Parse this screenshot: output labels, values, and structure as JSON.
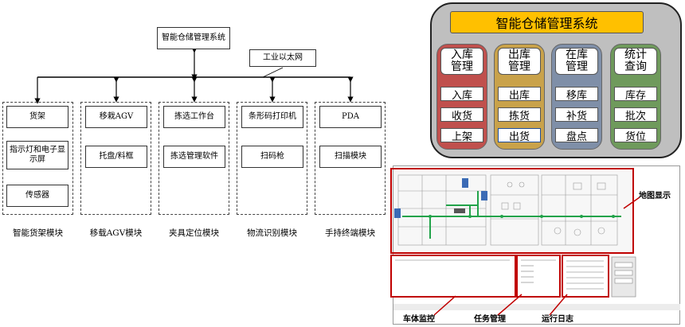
{
  "architecture": {
    "top_system": "智能仓储管理系统",
    "network": "工业以太网",
    "modules": [
      {
        "label": "智能货架模块",
        "items": [
          "货架",
          "指示灯和电子显示屏",
          "传感器"
        ]
      },
      {
        "label": "移载AGV模块",
        "items": [
          "移栽AGV",
          "托盘/料框"
        ]
      },
      {
        "label": "夹具定位模块",
        "items": [
          "拣选工作台",
          "拣选管理软件"
        ]
      },
      {
        "label": "物流识别模块",
        "items": [
          "条形码打印机",
          "扫码枪"
        ]
      },
      {
        "label": "手持终端模块",
        "items": [
          "PDA",
          "扫描模块"
        ]
      }
    ]
  },
  "wms": {
    "title": "智能仓储管理系统",
    "columns": [
      {
        "head": "入库\n管理",
        "color": "#c0504d",
        "items": [
          "入库",
          "收货",
          "上架"
        ]
      },
      {
        "head": "出库\n管理",
        "color": "#c9a24a",
        "items": [
          "出库",
          "拣货",
          "出货"
        ]
      },
      {
        "head": "在库\n管理",
        "color": "#7f8fa8",
        "items": [
          "移库",
          "补货",
          "盘点"
        ]
      },
      {
        "head": "统计\n查询",
        "color": "#6f9a5c",
        "items": [
          "库存",
          "批次",
          "货位"
        ]
      }
    ]
  },
  "screenshot": {
    "map_label": "地图显示",
    "vehicle_label": "车体监控",
    "task_label": "任务管理",
    "log_label": "运行日志"
  }
}
